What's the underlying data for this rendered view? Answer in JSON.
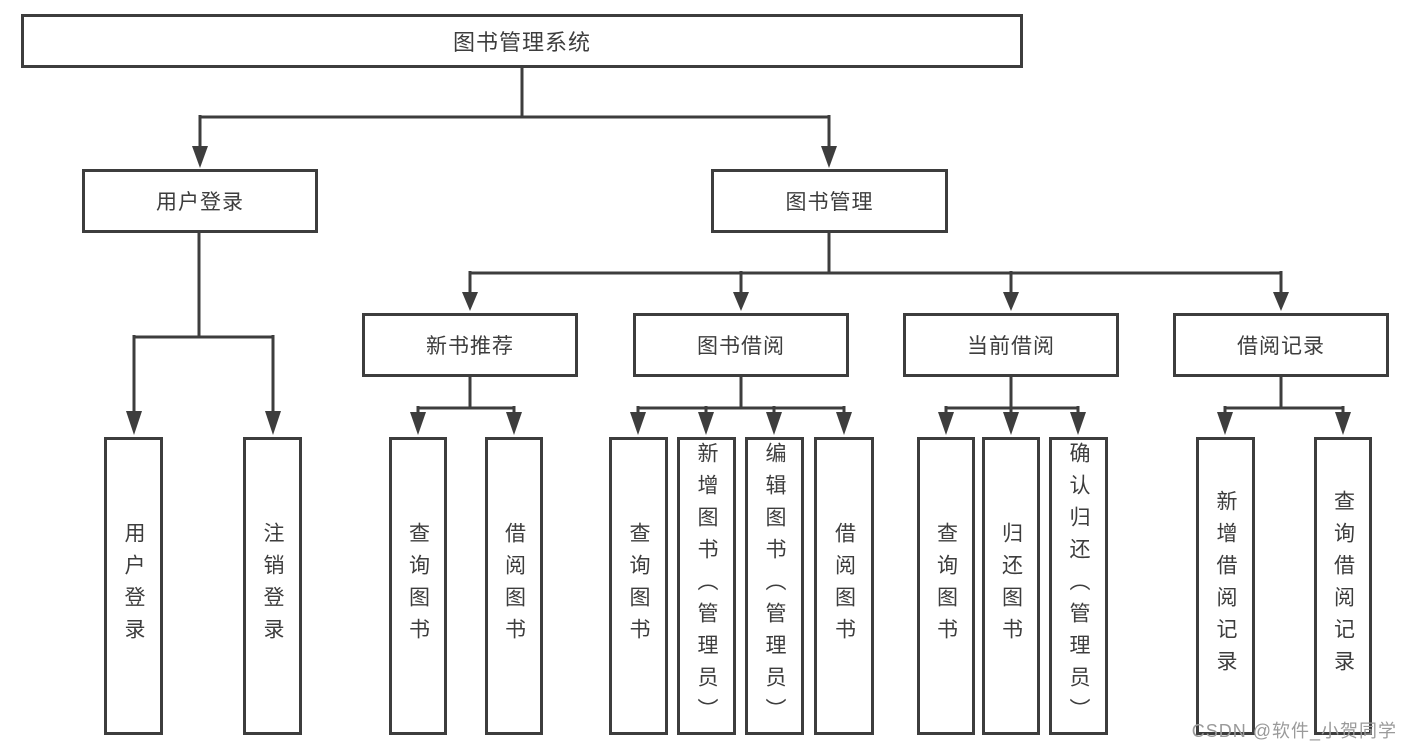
{
  "diagram": {
    "root": {
      "label": "图书管理系统"
    },
    "level2": [
      {
        "label": "用户登录"
      },
      {
        "label": "图书管理"
      }
    ],
    "level3": [
      {
        "label": "新书推荐",
        "parent": "图书管理"
      },
      {
        "label": "图书借阅",
        "parent": "图书管理"
      },
      {
        "label": "当前借阅",
        "parent": "图书管理"
      },
      {
        "label": "借阅记录",
        "parent": "图书管理"
      }
    ],
    "leaves": [
      {
        "label": "用户登录",
        "parent": "用户登录"
      },
      {
        "label": "注销登录",
        "parent": "用户登录"
      },
      {
        "label": "查询图书",
        "parent": "新书推荐"
      },
      {
        "label": "借阅图书",
        "parent": "新书推荐"
      },
      {
        "label": "查询图书",
        "parent": "图书借阅"
      },
      {
        "label": "新增图书（管理员）",
        "parent": "图书借阅"
      },
      {
        "label": "编辑图书（管理员）",
        "parent": "图书借阅"
      },
      {
        "label": "借阅图书",
        "parent": "图书借阅"
      },
      {
        "label": "查询图书",
        "parent": "当前借阅"
      },
      {
        "label": "归还图书",
        "parent": "当前借阅"
      },
      {
        "label": "确认归还（管理员）",
        "parent": "当前借阅"
      },
      {
        "label": "新增借阅记录",
        "parent": "借阅记录"
      },
      {
        "label": "查询借阅记录",
        "parent": "借阅记录"
      }
    ]
  },
  "watermark": {
    "text": "CSDN @软件_小贺同学"
  },
  "colors": {
    "line": "#3d3d3d",
    "text": "#3d3d3d",
    "background": "#ffffff",
    "watermark": "#9a9a9a"
  }
}
